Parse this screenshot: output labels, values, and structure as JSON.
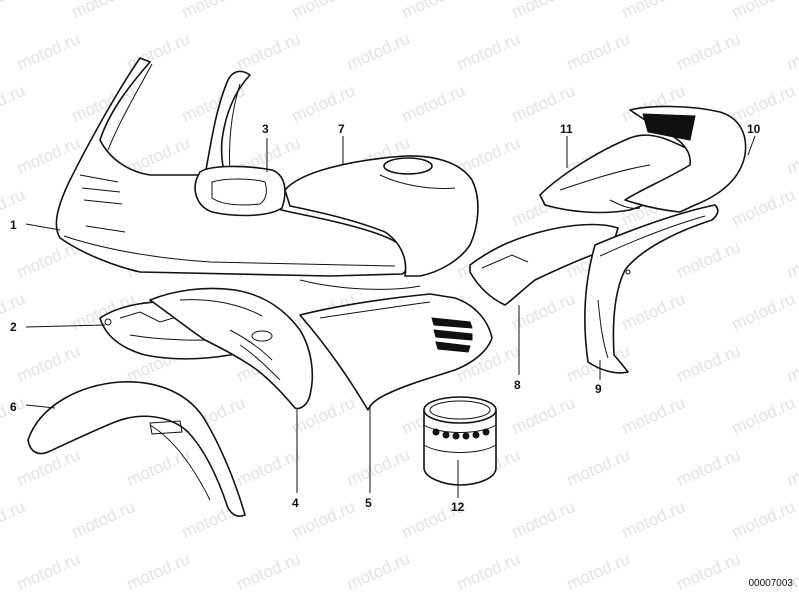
{
  "watermark": "motod.ru",
  "drawing_code": "00007003",
  "callouts": {
    "c1": "1",
    "c2": "2",
    "c3": "3",
    "c4": "4",
    "c5": "5",
    "c6": "6",
    "c7": "7",
    "c8": "8",
    "c9": "9",
    "c10": "10",
    "c11": "11",
    "c12": "12"
  }
}
